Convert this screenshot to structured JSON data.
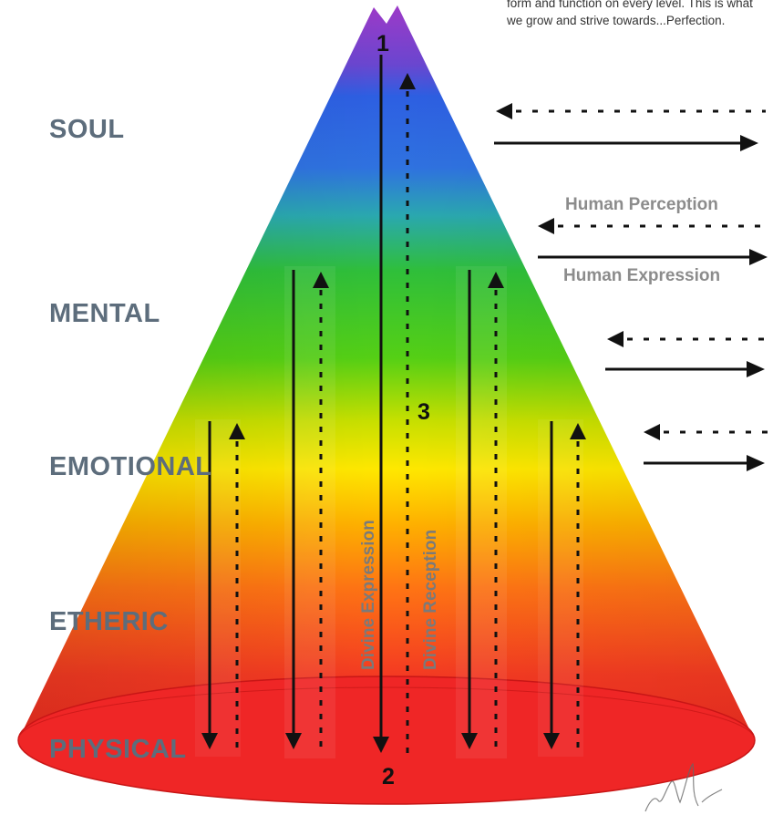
{
  "top_note": "form and function on every level.  This is what we grow and strive towards...Perfection.",
  "levels": {
    "soul": "SOUL",
    "mental": "MENTAL",
    "emotional": "EMOTIONAL",
    "etheric": "ETHERIC",
    "physical": "PHYSICAL"
  },
  "arrows": {
    "perception": "Human Perception",
    "expression": "Human Expression",
    "divine_expression": "Divine Expression",
    "divine_reception": "Divine Reception"
  },
  "numbers": {
    "n1": "1",
    "n2": "2",
    "n3": "3"
  },
  "colors": {
    "violet": "#8a3fc4",
    "blue": "#2a5fe0",
    "green": "#3cc21a",
    "yellow": "#ffe300",
    "orange": "#ff7a10",
    "red": "#ee2222",
    "label_gray": "#5d6d7c"
  }
}
